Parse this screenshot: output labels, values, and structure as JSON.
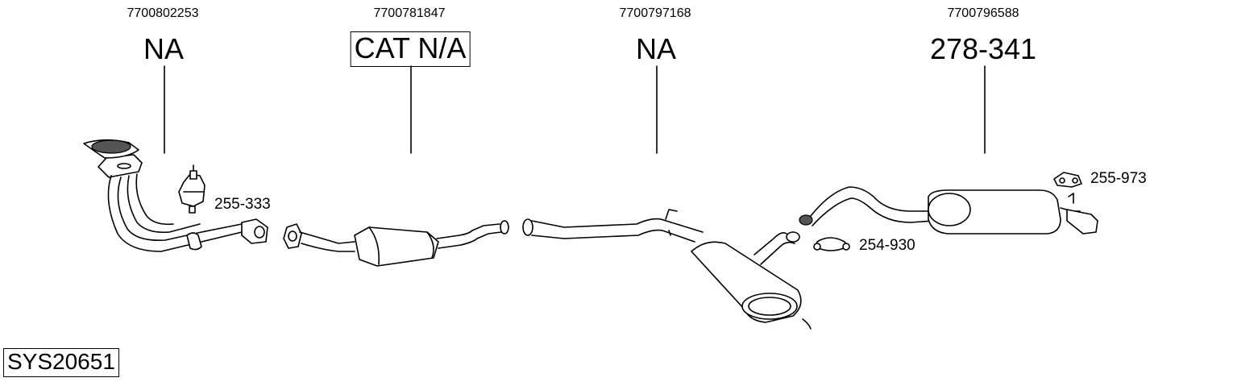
{
  "diagram_id": "SYS20651",
  "sections": [
    {
      "oe_number": "7700802253",
      "part_label": "NA",
      "boxed": false
    },
    {
      "oe_number": "7700781847",
      "part_label": "CAT N/A",
      "boxed": true
    },
    {
      "oe_number": "7700797168",
      "part_label": "NA",
      "boxed": false
    },
    {
      "oe_number": "7700796588",
      "part_label": "278-341",
      "boxed": false
    }
  ],
  "accessories": [
    {
      "part_label": "255-333",
      "icon": "rubber-mount-icon"
    },
    {
      "part_label": "255-973",
      "icon": "hanger-icon"
    },
    {
      "part_label": "254-930",
      "icon": "clamp-icon"
    }
  ]
}
